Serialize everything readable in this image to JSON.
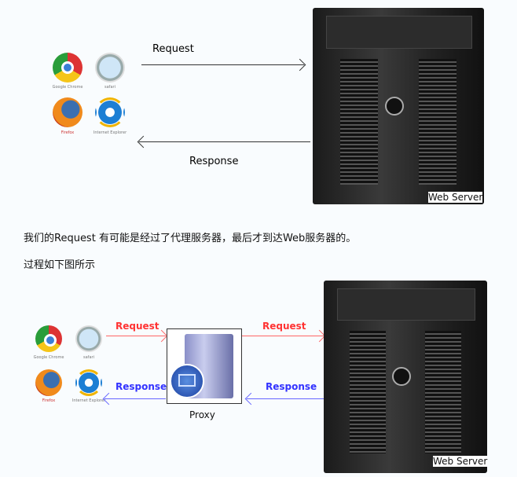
{
  "diagram1": {
    "browsers": [
      {
        "icon": "chrome-icon",
        "label": "Google Chrome"
      },
      {
        "icon": "safari-icon",
        "label": "safari"
      },
      {
        "icon": "firefox-icon",
        "label": "Firefox"
      },
      {
        "icon": "ie-icon",
        "label": "Internet Explorer"
      }
    ],
    "request_label": "Request",
    "response_label": "Response",
    "server_label": "Web Server",
    "arrow_color": "#333333"
  },
  "paragraph1": "我们的Request 有可能是经过了代理服务器，最后才到达Web服务器的。",
  "paragraph2": "过程如下图所示",
  "diagram2": {
    "browsers": [
      {
        "icon": "chrome-icon",
        "label": "Google Chrome"
      },
      {
        "icon": "safari-icon",
        "label": "safari"
      },
      {
        "icon": "firefox-icon",
        "label": "Firefox"
      },
      {
        "icon": "ie-icon",
        "label": "Internet Explorer"
      }
    ],
    "request_label_1": "Request",
    "request_label_2": "Request",
    "response_label_1": "Response",
    "response_label_2": "Response",
    "proxy_label": "Proxy",
    "server_label": "Web Server",
    "request_color": "#ff3333",
    "response_color": "#3333ff"
  }
}
